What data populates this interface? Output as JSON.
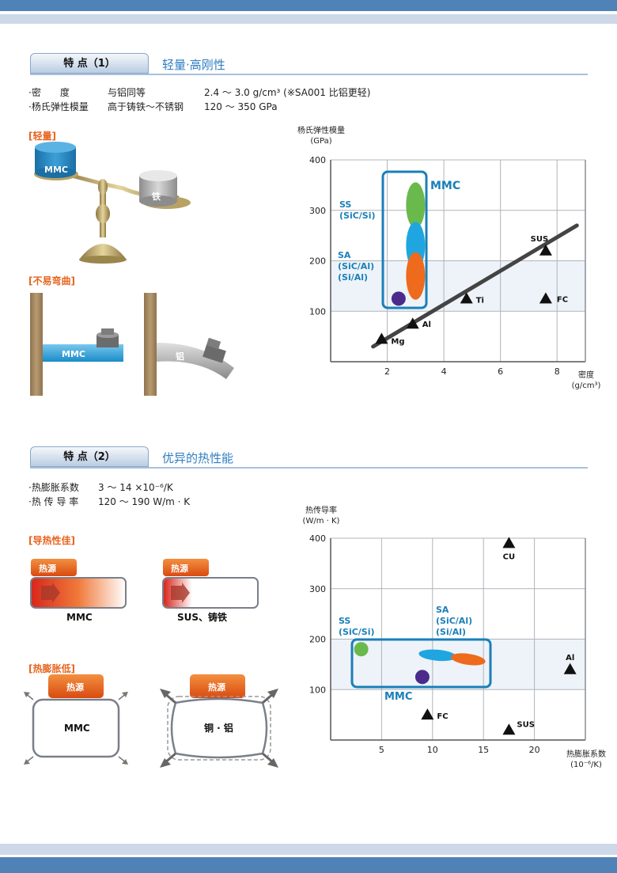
{
  "section1": {
    "tab": "特 点（1）",
    "title": "轻量·高刚性",
    "specs": [
      {
        "label": "·密　　度",
        "desc": "与铝同等",
        "value": "2.4 ～ 3.0 g/cm³ (※SA001 比铝更轻)"
      },
      {
        "label": "·杨氏弹性模量",
        "desc": "高于铸铁～不锈钢",
        "value": "120 ～ 350 GPa"
      }
    ],
    "lightweight_label": "[轻量]",
    "bending_label": "[不易弯曲]",
    "scale_left": "MMC",
    "scale_right": "铁",
    "beam_left": "MMC",
    "beam_right": "铝",
    "chart": {
      "ylabel": "杨氏弹性模量",
      "yunit": "(GPa)",
      "xlabel": "密度",
      "xunit": "(g/cm³)",
      "mmc": "MMC",
      "ss": "SS",
      "ss_sub": "(SiC/Si)",
      "sa": "SA",
      "sa_sub1": "(SiC/Al)",
      "sa_sub2": "(Si/Al)"
    }
  },
  "section2": {
    "tab": "特 点（2）",
    "title": "优异的热性能",
    "specs": [
      {
        "label": "·热膨胀系数",
        "value": "3 ～ 14 ×10⁻⁶/K"
      },
      {
        "label": "·热 传 导 率",
        "value": "120 ～ 190 W/m · K"
      }
    ],
    "conduct_label": "[导热性佳]",
    "expand_label": "[热膨胀低]",
    "heat_source": "热源",
    "box_mmc": "MMC",
    "box_sus": "SUS、铸铁",
    "box_mmc2": "MMC",
    "box_cu": "铜 · 铝",
    "chart": {
      "ylabel": "热传导率",
      "yunit": "(W/m · K)",
      "xlabel": "热膨胀系数",
      "xunit": "(10⁻⁶/K)",
      "mmc": "MMC",
      "ss": "SS",
      "ss_sub": "(SiC/Si)",
      "sa": "SA",
      "sa_sub1": "(SiC/Al)",
      "sa_sub2": "(Si/Al)"
    }
  },
  "chart_data": [
    {
      "type": "scatter",
      "title": "",
      "xlabel": "密度 (g/cm³)",
      "ylabel": "杨氏弹性模量 (GPa)",
      "xlim": [
        0,
        9
      ],
      "ylim": [
        0,
        400
      ],
      "xticks": [
        "2",
        "4",
        "6",
        "8"
      ],
      "yticks": [
        "100",
        "200",
        "300",
        "400"
      ],
      "grid": true,
      "points": [
        {
          "name": "Mg",
          "x": 1.8,
          "y": 45
        },
        {
          "name": "Al",
          "x": 2.9,
          "y": 75
        },
        {
          "name": "Ti",
          "x": 4.8,
          "y": 125
        },
        {
          "name": "SUS",
          "x": 7.6,
          "y": 220
        },
        {
          "name": "FC",
          "x": 7.6,
          "y": 125
        }
      ],
      "regions": [
        {
          "name": "SS (SiC/Si)",
          "x": 3.0,
          "y": 310,
          "color": "#6ab94c"
        },
        {
          "name": "SA (SiC/Al) (Si/Al)",
          "x": 3.0,
          "y": 230,
          "color": "#1fa6e0"
        },
        {
          "name": "SA (SiC/Al) (Si/Al)",
          "x": 3.0,
          "y": 170,
          "color": "#ee6a1c"
        },
        {
          "x": 2.4,
          "y": 125,
          "color": "#4b2a8c"
        }
      ],
      "trend": [
        {
          "x": 1.5,
          "y": 30
        },
        {
          "x": 8.7,
          "y": 270
        }
      ]
    },
    {
      "type": "scatter",
      "title": "",
      "xlabel": "热膨胀系数 (10⁻⁶/K)",
      "ylabel": "热传导率 (W/m · K)",
      "xlim": [
        0,
        25
      ],
      "ylim": [
        0,
        400
      ],
      "xticks": [
        "5",
        "10",
        "15",
        "20"
      ],
      "yticks": [
        "100",
        "200",
        "300",
        "400"
      ],
      "grid": true,
      "points": [
        {
          "name": "CU",
          "x": 17.5,
          "y": 390
        },
        {
          "name": "Al",
          "x": 23.5,
          "y": 140
        },
        {
          "name": "FC",
          "x": 9.5,
          "y": 50
        },
        {
          "name": "SUS",
          "x": 17.5,
          "y": 20
        }
      ],
      "regions": [
        {
          "name": "SS (SiC/Si)",
          "x": 3.0,
          "y": 180,
          "color": "#6ab94c"
        },
        {
          "name": "SA (SiC/Al) (Si/Al)",
          "x": 10.5,
          "y": 168,
          "color": "#1fa6e0"
        },
        {
          "name": "SA (SiC/Al) (Si/Al)",
          "x": 13.5,
          "y": 160,
          "color": "#ee6a1c"
        },
        {
          "x": 9.0,
          "y": 125,
          "color": "#4b2a8c"
        }
      ]
    }
  ]
}
